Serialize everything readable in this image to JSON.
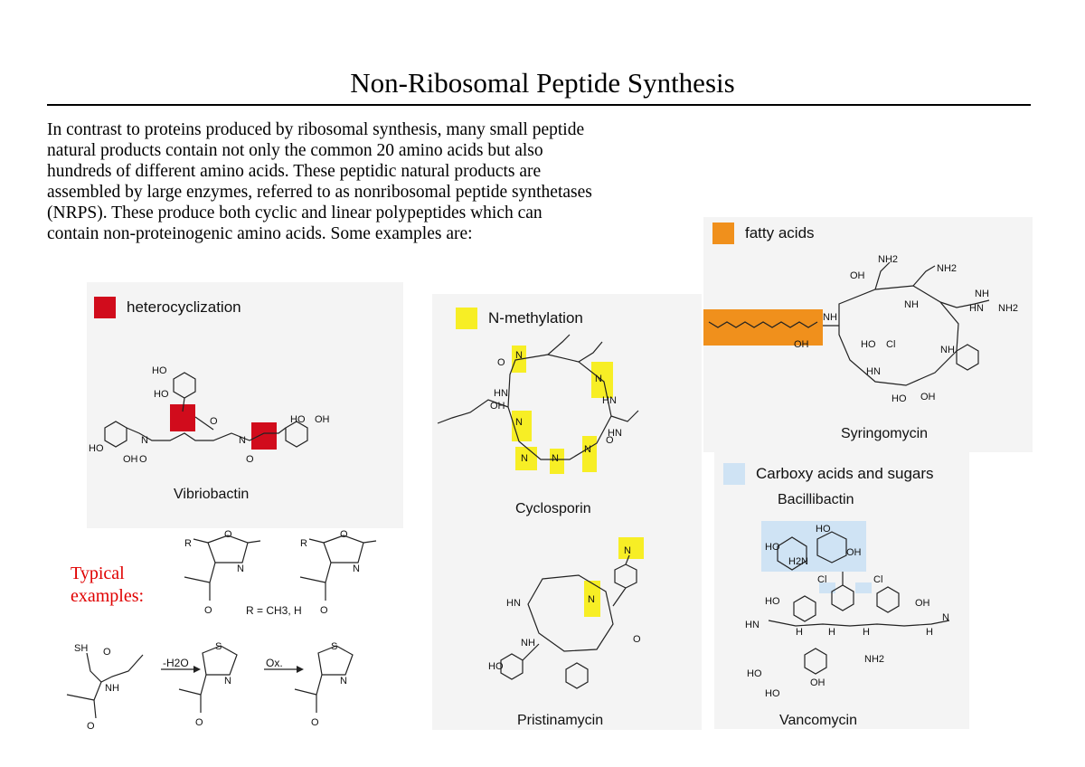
{
  "title": "Non-Ribosomal Peptide Synthesis",
  "intro": {
    "lines": [
      "In contrast to proteins produced by ribosomal synthesis, many small peptide",
      "natural products contain not only the common 20 amino acids but also",
      "hundreds of different amino acids. These peptidic natural products are",
      "assembled by large enzymes, referred to as nonribosomal peptide synthetases",
      "(NRPS). These produce both cyclic and linear polypeptides which can",
      "contain non-proteinogenic amino acids. Some examples are:"
    ]
  },
  "legends": {
    "heterocyclization": {
      "label": "heterocyclization",
      "color": "#d10c1c"
    },
    "nmethylation": {
      "label": "N-methylation",
      "color": "#f7ee25"
    },
    "fatty": {
      "label": "fatty acids",
      "color": "#f0901c"
    },
    "carboxy": {
      "label": "Carboxy acids and sugars",
      "color": "#cfe3f4"
    }
  },
  "molecules": {
    "vibriobactin": "Vibriobactin",
    "cyclosporin": "Cyclosporin",
    "syringomycin": "Syringomycin",
    "bacillibactin": "Bacillibactin",
    "pristinamycin": "Pristinamycin",
    "vancomycin": "Vancomycin"
  },
  "typical": {
    "line1": "Typical",
    "line2": "examples:",
    "r_note": "R = CH3, H",
    "step1": "-H2O",
    "step2": "Ox."
  }
}
